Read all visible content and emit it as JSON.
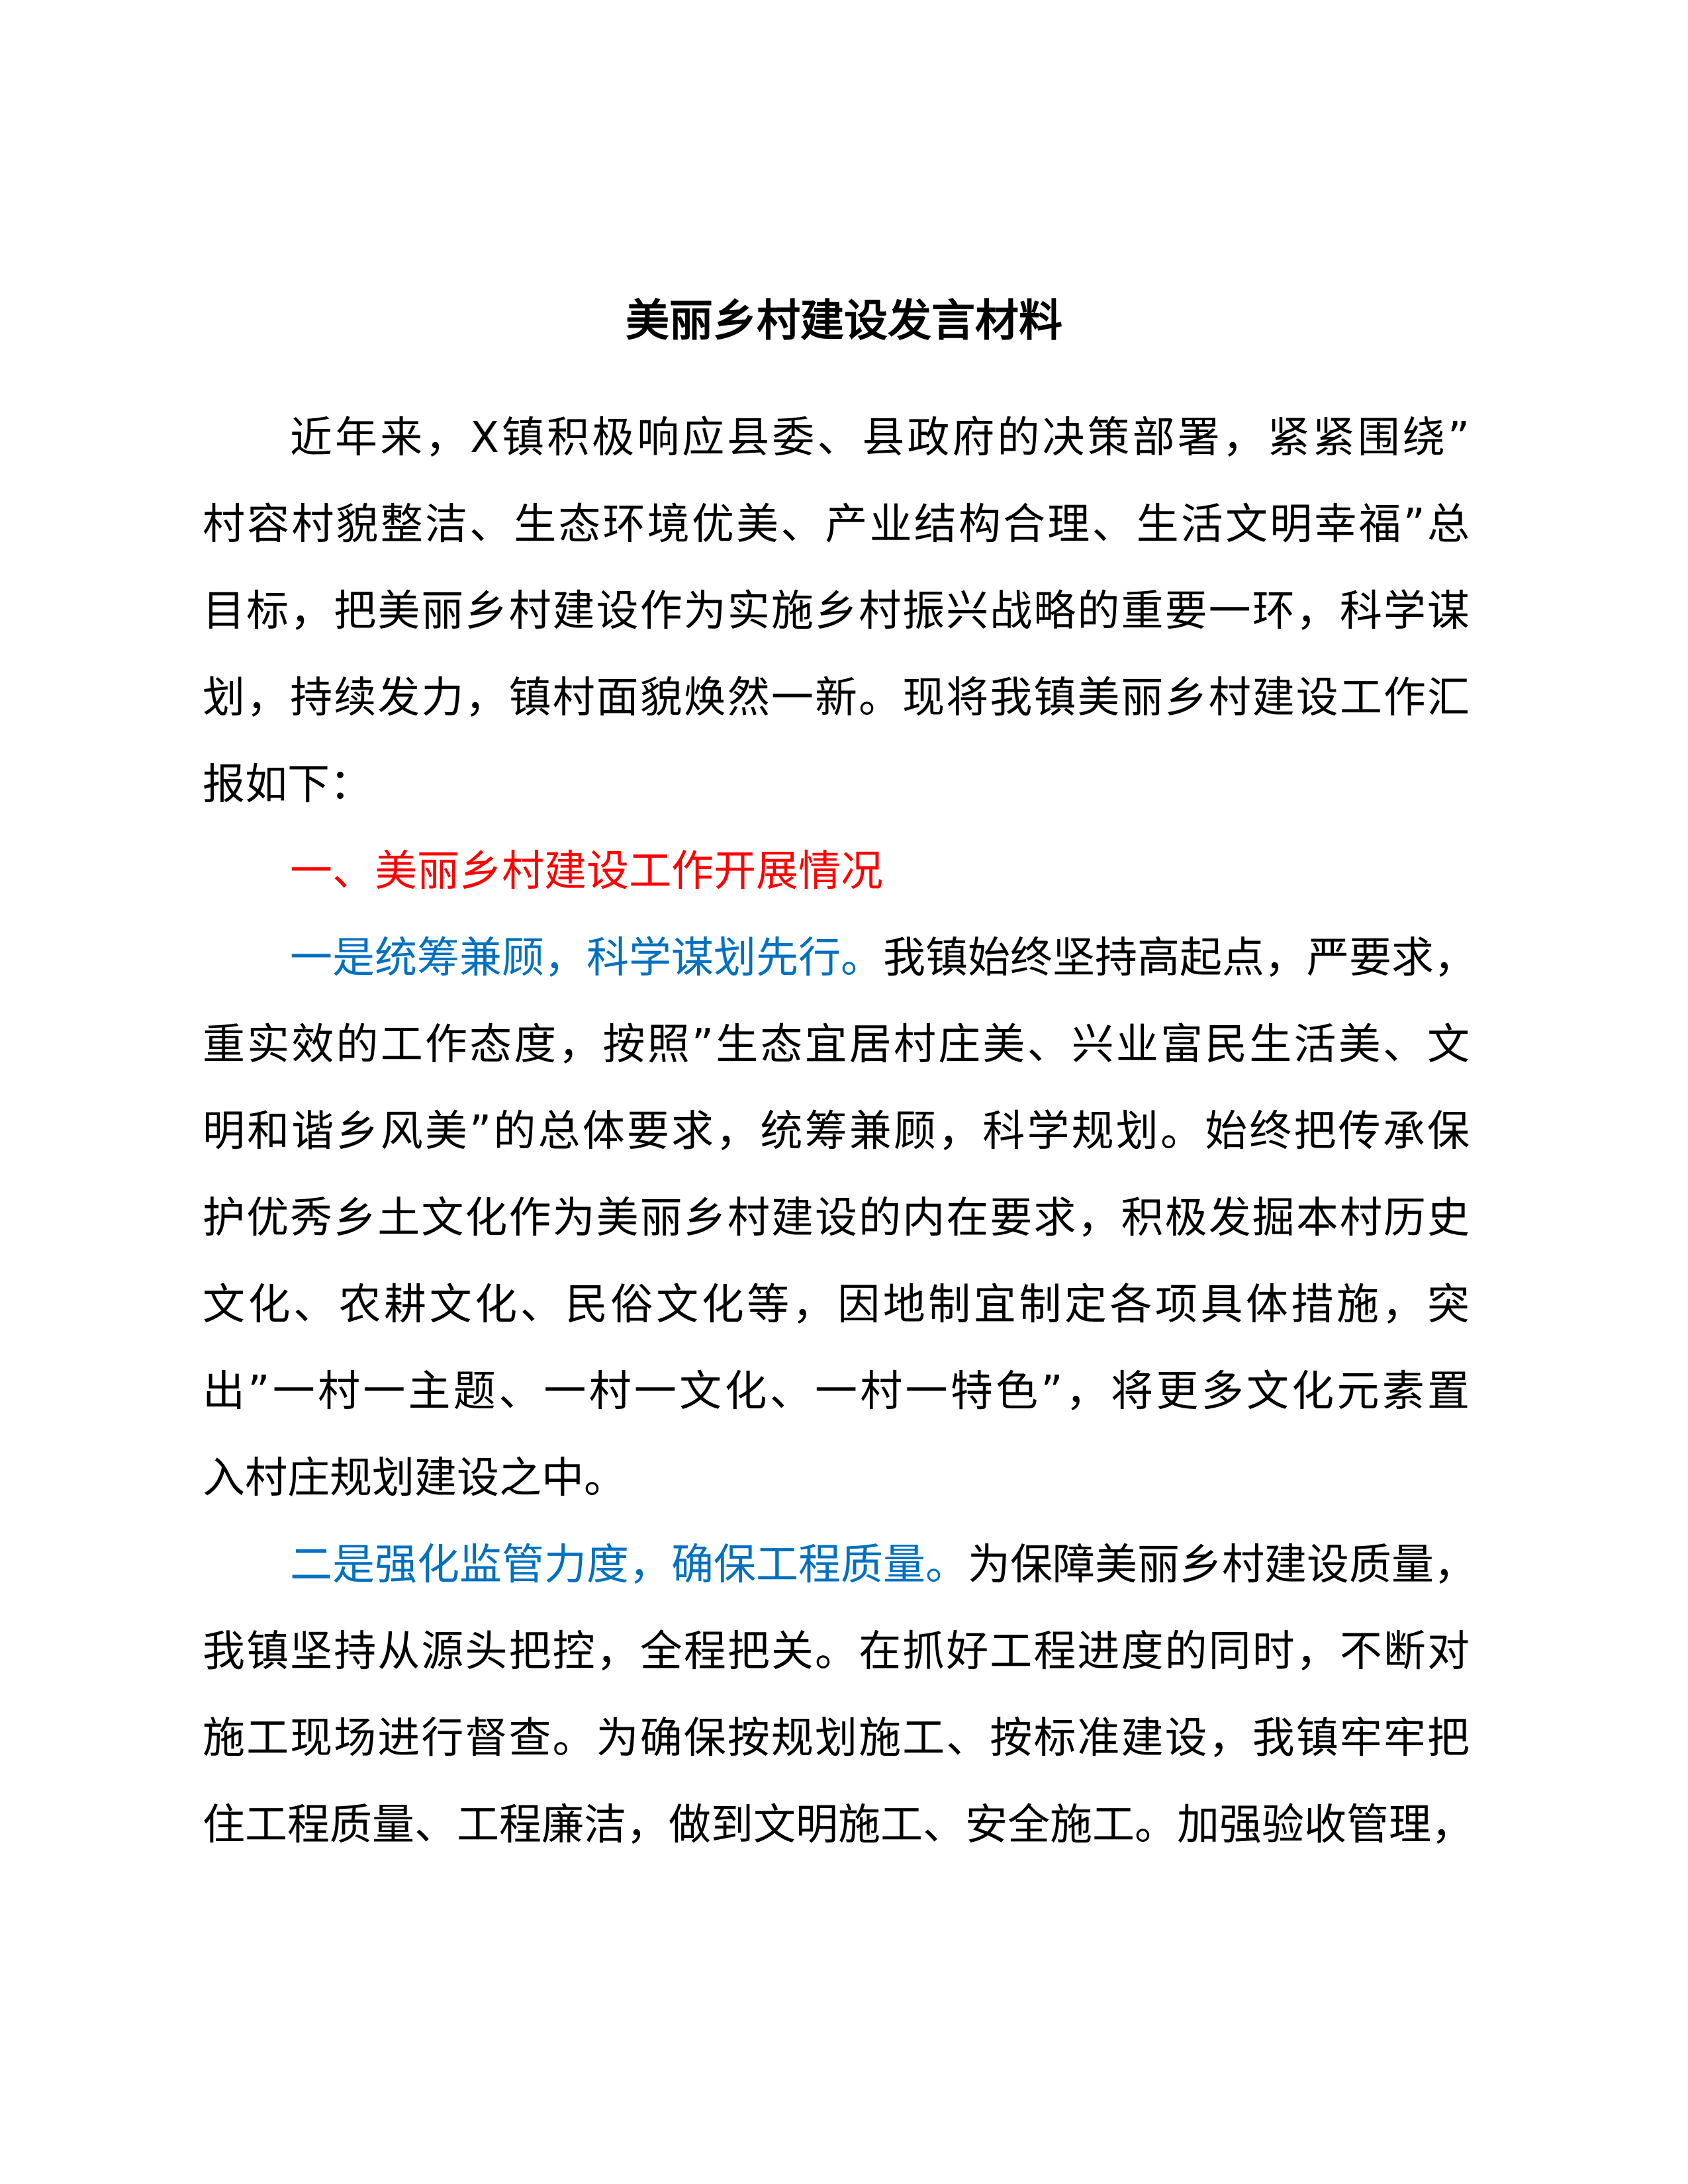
{
  "title": "美丽乡村建设发言材料",
  "colors": {
    "heading": "#ff0000",
    "subheading": "#0070c0",
    "text": "#000000"
  },
  "intro": {
    "lines": [
      "近年来，X镇积极响应县委、县政府的决策部署，紧紧围绕”",
      "村容村貌整洁、生态环境优美、产业结构合理、生活文明幸福”总",
      "目标，把美丽乡村建设作为实施乡村振兴战略的重要一环，科学谋",
      "划，持续发力，镇村面貌焕然一新。现将我镇美丽乡村建设工作汇",
      "报如下："
    ]
  },
  "section1": {
    "heading": "一、美丽乡村建设工作开展情况",
    "point1": {
      "lead": "一是统筹兼顾，科学谋划先行。",
      "first_line_rest": "我镇始终坚持高起点，严要求，",
      "lines": [
        "重实效的工作态度，按照”生态宜居村庄美、兴业富民生活美、文",
        "明和谐乡风美”的总体要求，统筹兼顾，科学规划。始终把传承保",
        "护优秀乡土文化作为美丽乡村建设的内在要求，积极发掘本村历史",
        "文化、农耕文化、民俗文化等，因地制宜制定各项具体措施，突",
        "出”一村一主题、一村一文化、一村一特色”，将更多文化元素置",
        "入村庄规划建设之中。"
      ]
    },
    "point2": {
      "lead": "二是强化监管力度，确保工程质量。",
      "first_line_rest": "为保障美丽乡村建设质量，",
      "lines": [
        "我镇坚持从源头把控，全程把关。在抓好工程进度的同时，不断对",
        "施工现场进行督查。为确保按规划施工、按标准建设，我镇牢牢把",
        "住工程质量、工程廉洁，做到文明施工、安全施工。加强验收管理，"
      ]
    }
  }
}
